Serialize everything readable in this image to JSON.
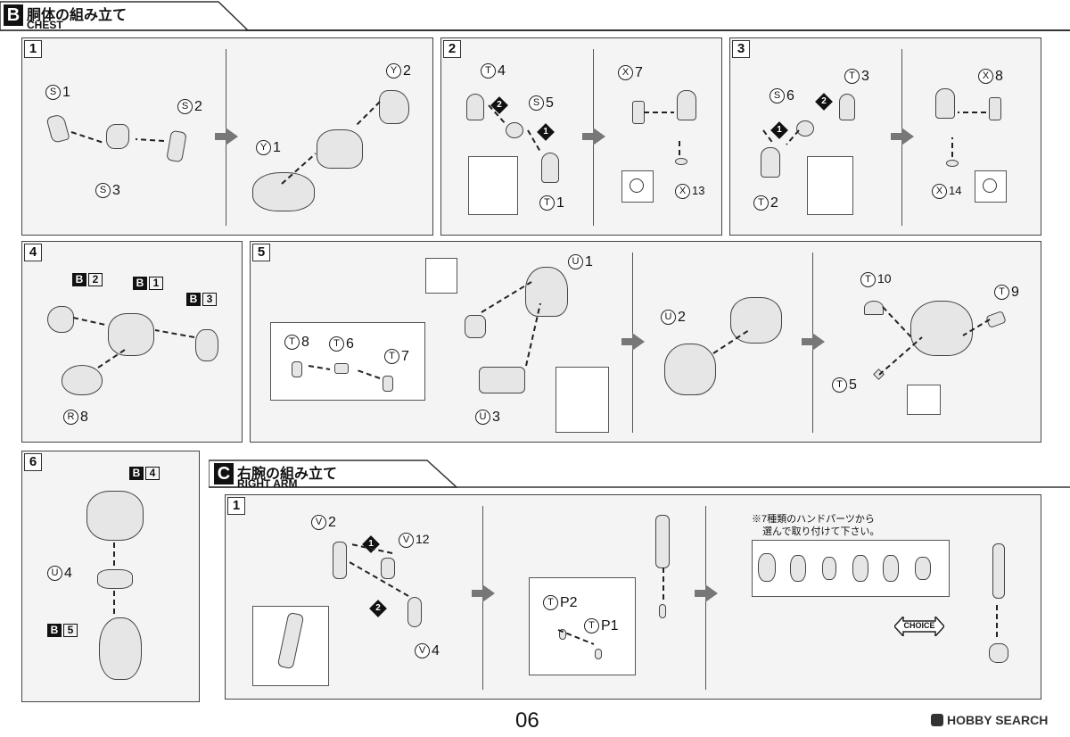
{
  "section_b": {
    "letter": "B",
    "title_jp": "胴体の組み立て",
    "title_en": "CHEST"
  },
  "section_c": {
    "letter": "C",
    "title_jp": "右腕の組み立て",
    "title_en": "RIGHT ARM"
  },
  "steps": {
    "s1": "1",
    "s2": "2",
    "s3": "3",
    "s4": "4",
    "s5": "5",
    "s6": "6",
    "c1": "1"
  },
  "callouts": {
    "s1": "S",
    "y": "Y",
    "t": "T",
    "x": "X",
    "u": "U",
    "r": "R",
    "v": "V",
    "b": "B"
  },
  "numbers": {
    "n1": "1",
    "n2": "2",
    "n3": "3",
    "n4": "4",
    "n5": "5",
    "n6": "6",
    "n7": "7",
    "n8": "8",
    "n9": "9",
    "n10": "10",
    "n12": "12",
    "n13": "13",
    "n14": "14"
  },
  "order_marks": {
    "first": "1",
    "second": "2"
  },
  "p_labels": {
    "p2": "P2",
    "p1": "P1"
  },
  "hand_note_line1": "※7種類のハンドパーツから",
  "hand_note_line2": "選んで取り付けて下さい。",
  "choice_label": "CHOICE",
  "page_number": "06",
  "watermark": "HOBBY SEARCH",
  "colors": {
    "panel_bg": "#f4f4f4",
    "border": "#444444",
    "header_bg": "#111111",
    "arrow": "#777777"
  }
}
